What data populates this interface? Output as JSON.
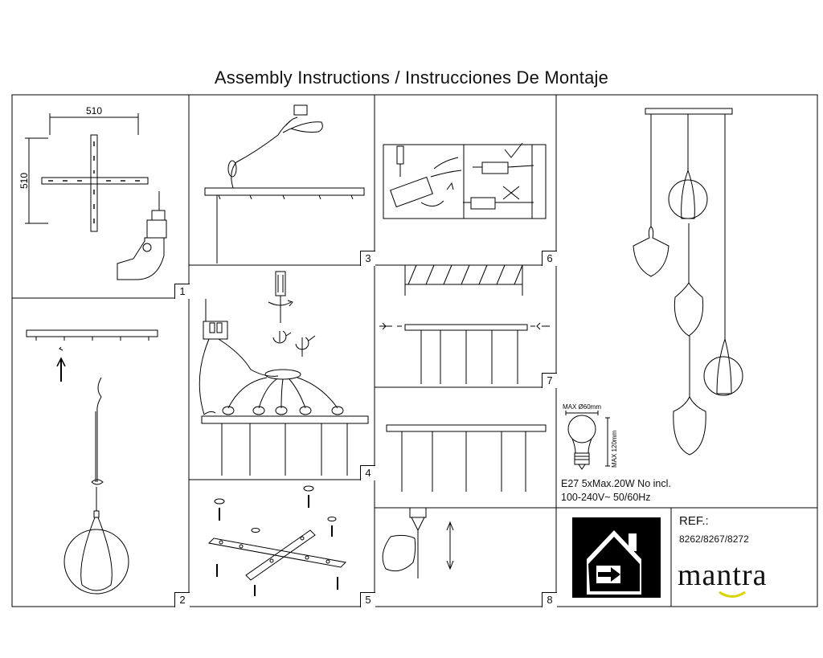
{
  "document": {
    "title": "Assembly Instructions / Instrucciones De Montaje"
  },
  "steps": [
    "1",
    "2",
    "3",
    "4",
    "5",
    "6",
    "7",
    "8"
  ],
  "panel1": {
    "width_dim": "510",
    "height_dim": "510"
  },
  "bulb": {
    "max_diameter": "MAX Ø60mm",
    "max_height": "MAX 120mm",
    "spec_line1": "E27 5xMax.20W  No incl.",
    "spec_line2": "100-240V~ 50/60Hz"
  },
  "reference": {
    "label": "REF.:",
    "numbers": "8262/8267/8272"
  },
  "brand": {
    "logo_text": "mantra",
    "accent_color": "#d9d400"
  }
}
